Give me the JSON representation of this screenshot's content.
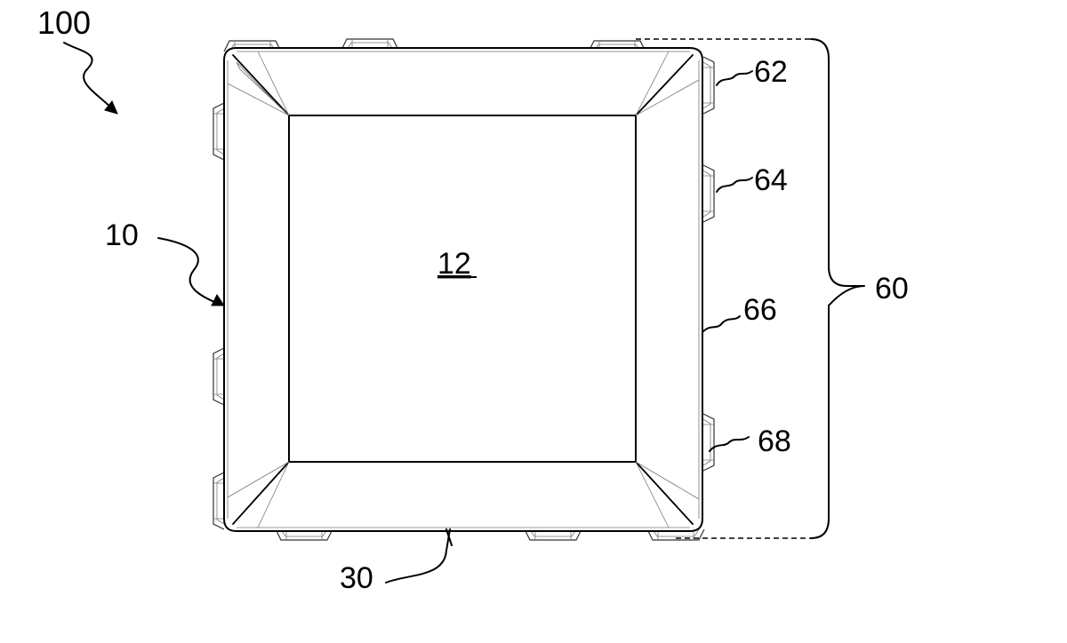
{
  "figure": {
    "labels": {
      "assembly": "100",
      "package": "10",
      "top_surface": "12",
      "bottom_edge": "30",
      "lead_group": "60",
      "lead_a": "62",
      "lead_b": "64",
      "lead_c": "66",
      "lead_d": "68"
    }
  }
}
